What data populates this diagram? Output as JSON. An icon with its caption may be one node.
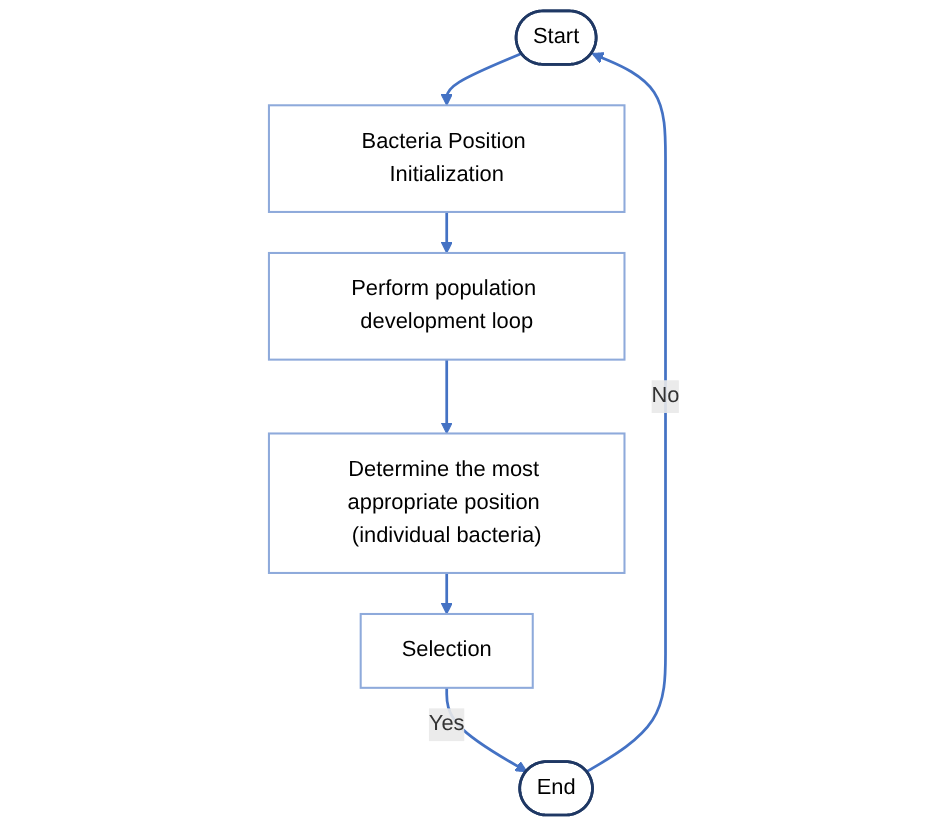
{
  "diagram": {
    "nodes": [
      {
        "text": [
          "Start"
        ]
      },
      {
        "text": [
          "Bacteria Position Initialization"
        ]
      },
      {
        "text": [
          "Perform population development loop"
        ]
      },
      {
        "text": [
          "Determine the most appropriate position (individual bacteria)"
        ]
      },
      {
        "text": [
          "Selection"
        ]
      },
      {
        "text": [
          "End"
        ]
      }
    ],
    "edges": [
      {
        "from": 0,
        "to": 1,
        "arrow": "to"
      },
      {
        "from": 1,
        "to": 2,
        "arrow": "to"
      },
      {
        "from": 2,
        "to": 3,
        "arrow": "to"
      },
      {
        "from": 3,
        "to": 4,
        "arrow": "to"
      },
      {
        "from": 4,
        "to": 5,
        "arrow": "to",
        "label": "Yes"
      },
      {
        "from": 5,
        "to": 0,
        "arrow": "to",
        "label": "No"
      }
    ]
  }
}
